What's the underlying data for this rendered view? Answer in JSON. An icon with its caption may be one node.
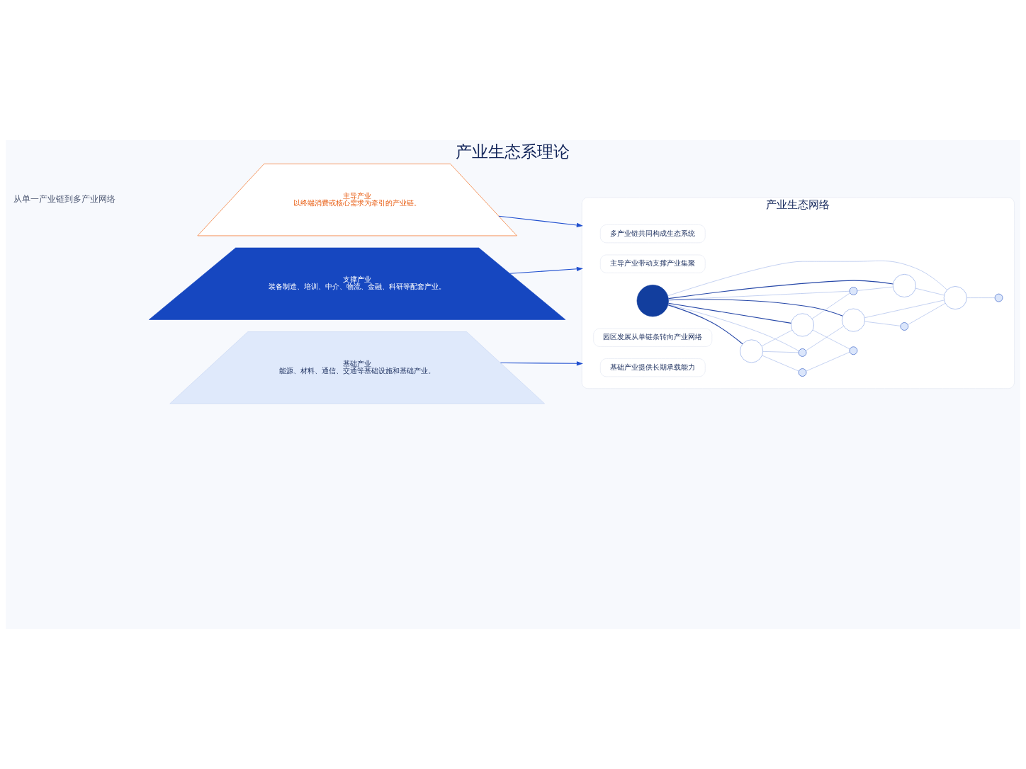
{
  "diagram": {
    "title": "产业生态系理论",
    "nodes": [
      {
        "text": [
          "主导产业",
          "以终端消费或核心需求为牵引的产业链。"
        ]
      },
      {
        "text": [
          "支撑产业",
          "装备制造、培训、中介、物流、金融、科研等配套产业。"
        ]
      },
      {
        "text": [
          "基础产业",
          "能源、材料、通信、交通等基础设施和基础产业。"
        ]
      },
      {
        "text": [
          "产业生态网络"
        ]
      },
      {
        "text": [],
        "shape": "circle",
        "in": 3
      },
      {
        "text": [],
        "shape": "circle",
        "in": 3
      },
      {
        "text": [],
        "shape": "circle",
        "in": 3
      },
      {
        "text": [],
        "shape": "circle",
        "in": 3
      },
      {
        "text": [],
        "shape": "circle",
        "in": 3
      },
      {
        "text": [],
        "shape": "circle",
        "in": 3
      },
      {
        "text": [],
        "shape": "circle",
        "in": 3
      },
      {
        "text": [],
        "shape": "circle",
        "in": 3
      },
      {
        "text": [],
        "shape": "circle",
        "in": 3
      },
      {
        "text": [],
        "shape": "circle",
        "in": 3
      },
      {
        "text": [],
        "shape": "circle",
        "in": 3
      },
      {
        "text": [],
        "shape": "circle",
        "in": 3
      },
      {
        "text": [
          "多产业链共同构成生态系统"
        ],
        "in": 3
      },
      {
        "text": [
          "主导产业带动支撑产业集聚"
        ],
        "in": 3
      },
      {
        "text": [
          "基础产业提供长期承载能力"
        ],
        "in": 3
      },
      {
        "text": [
          "园区发展从单链条转向产业网络"
        ],
        "in": 3
      }
    ],
    "edges": [
      {
        "from": 0,
        "to": 3,
        "arrow": "to",
        "color": "#1f4fcf"
      },
      {
        "from": 1,
        "to": 3,
        "arrow": "to",
        "color": "#1f4fcf"
      },
      {
        "from": 2,
        "to": 3,
        "arrow": "to",
        "color": "#1f4fcf"
      },
      {
        "from": 8,
        "to": 5,
        "arrow": "none",
        "color": "#2748a8"
      },
      {
        "from": 8,
        "to": 6,
        "arrow": "none",
        "color": "#2748a8"
      },
      {
        "from": 8,
        "to": 10,
        "arrow": "none",
        "color": "#2748a8"
      },
      {
        "from": 8,
        "to": 14,
        "arrow": "none",
        "color": "#2748a8"
      },
      {
        "from": 8,
        "to": 4,
        "arrow": "none"
      },
      {
        "from": 8,
        "to": 13,
        "arrow": "none"
      },
      {
        "from": 8,
        "to": 11,
        "arrow": "none"
      },
      {
        "from": 5,
        "to": 4,
        "arrow": "none"
      },
      {
        "from": 4,
        "to": 6,
        "arrow": "none"
      },
      {
        "from": 5,
        "to": 7,
        "arrow": "none"
      },
      {
        "from": 5,
        "to": 10,
        "arrow": "none"
      },
      {
        "from": 7,
        "to": 12,
        "arrow": "none"
      },
      {
        "from": 10,
        "to": 12,
        "arrow": "none"
      },
      {
        "from": 10,
        "to": 13,
        "arrow": "none"
      },
      {
        "from": 13,
        "to": 14,
        "arrow": "none"
      },
      {
        "from": 14,
        "to": 11,
        "arrow": "none"
      },
      {
        "from": 6,
        "to": 11,
        "arrow": "none"
      },
      {
        "from": 6,
        "to": 9,
        "arrow": "none"
      },
      {
        "from": 9,
        "to": 11,
        "arrow": "none"
      },
      {
        "from": 11,
        "to": 15,
        "arrow": "none"
      }
    ],
    "labels": [
      "从单一产业链到多产业网络"
    ]
  }
}
